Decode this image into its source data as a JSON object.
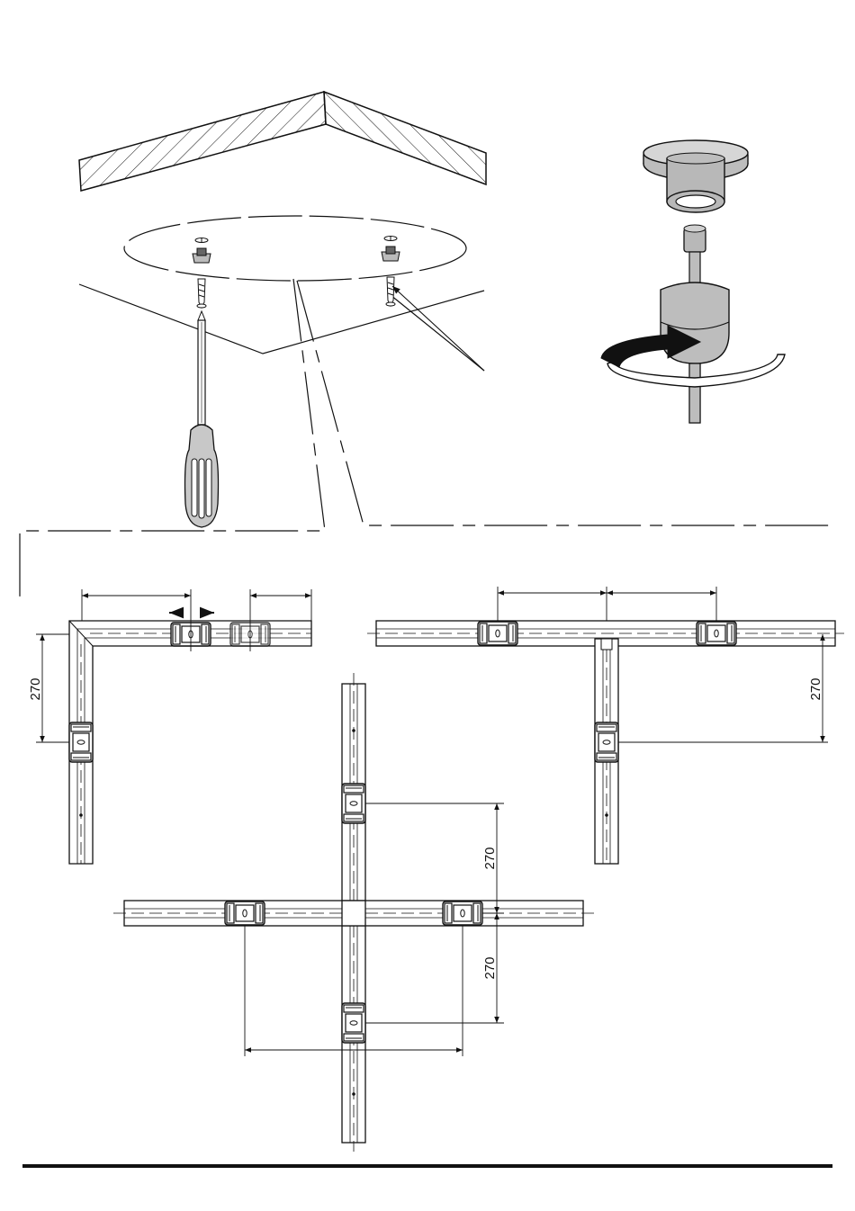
{
  "diagram": {
    "dimensions": {
      "l_vertical": "270",
      "t_vertical": "270",
      "cross_upper": "270",
      "cross_lower": "270"
    },
    "colors": {
      "line": "#111111",
      "gray_fill": "#c8c8c8",
      "dark_fill": "#222222",
      "background": "#ffffff"
    },
    "icons": [
      "screwdriver-icon",
      "screw-icon",
      "rotate-arrow-icon",
      "ceiling-canopy-icon"
    ]
  }
}
